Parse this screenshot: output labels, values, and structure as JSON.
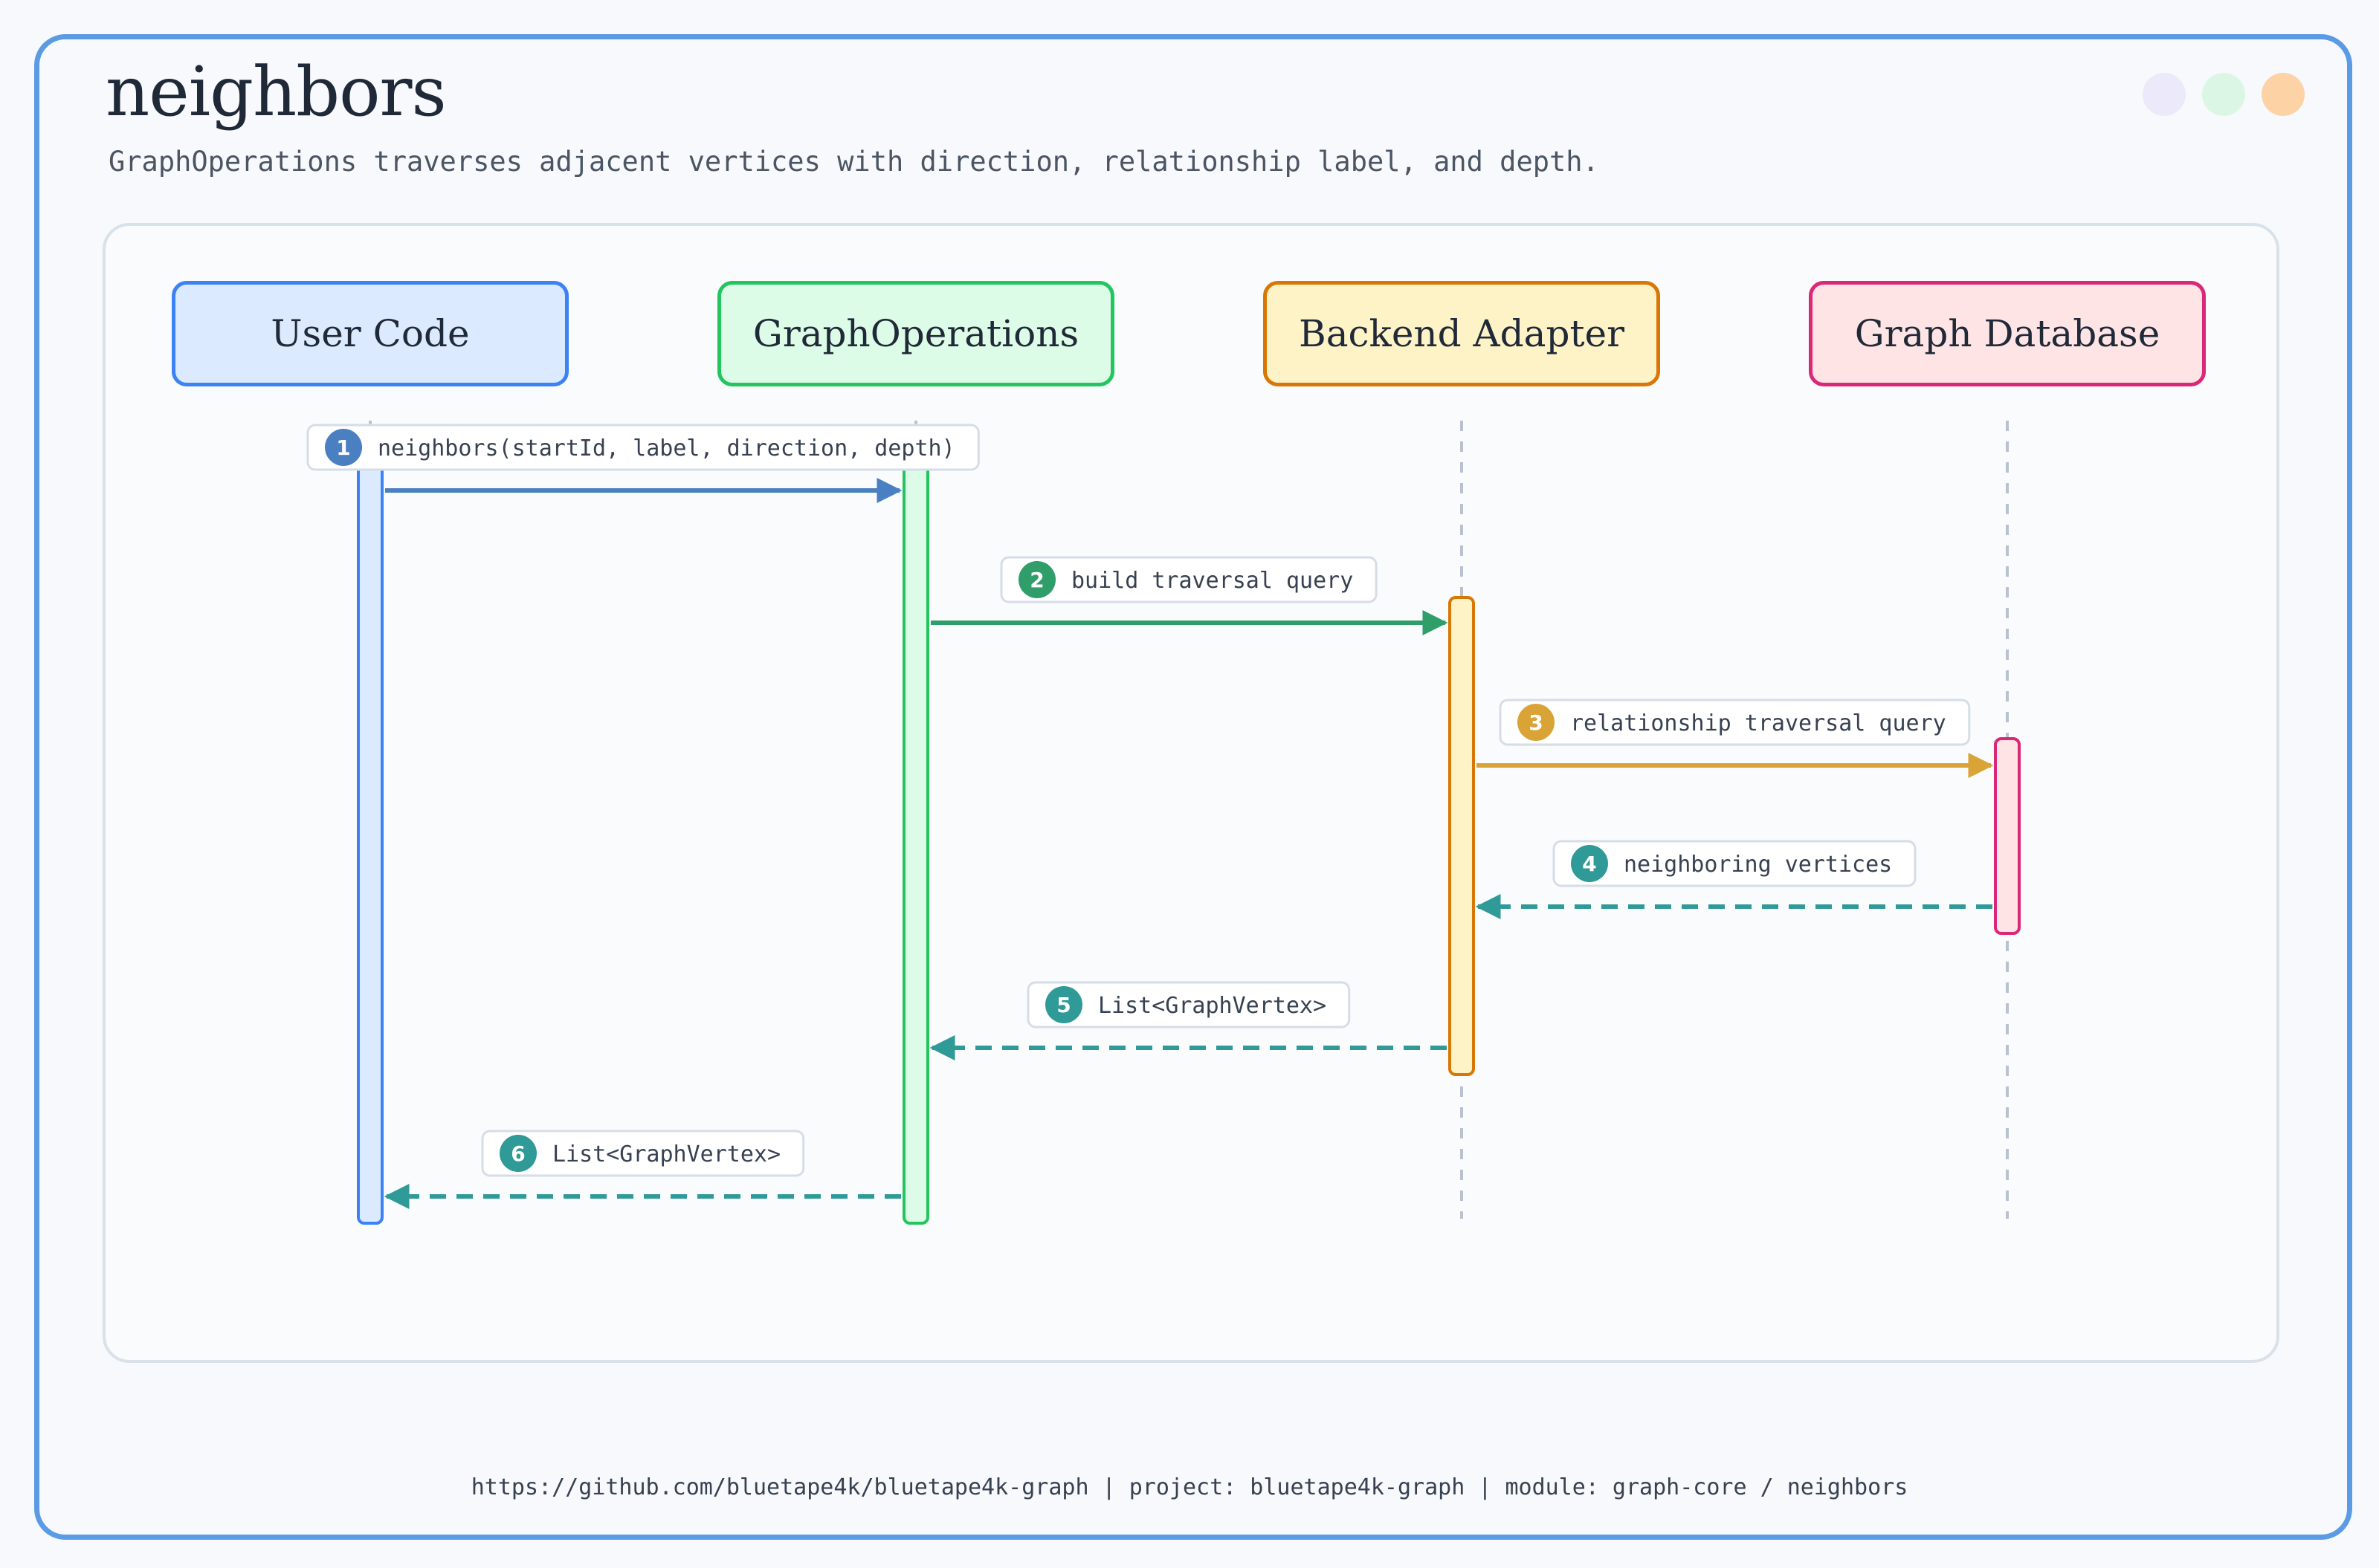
{
  "header": {
    "title": "neighbors",
    "subtitle": "GraphOperations traverses adjacent vertices with direction, relationship label, and depth."
  },
  "window_dots": [
    {
      "name": "dot-purple",
      "color": "#ece9fb"
    },
    {
      "name": "dot-green",
      "color": "#dcf6e6"
    },
    {
      "name": "dot-orange",
      "color": "#fdd3a6"
    }
  ],
  "participants": [
    {
      "id": "user",
      "label": "User Code",
      "fill": "#dbeafe",
      "stroke": "#3b82f6"
    },
    {
      "id": "ops",
      "label": "GraphOperations",
      "fill": "#dcfce7",
      "stroke": "#22c55e"
    },
    {
      "id": "adapter",
      "label": "Backend Adapter",
      "fill": "#fef3c7",
      "stroke": "#d97706"
    },
    {
      "id": "db",
      "label": "Graph Database",
      "fill": "#ffe4e6",
      "stroke": "#db2777"
    }
  ],
  "messages": [
    {
      "step": "1",
      "label": "neighbors(startId, label, direction, depth)",
      "from": "user",
      "to": "ops",
      "kind": "call",
      "color": "#4a7fc1"
    },
    {
      "step": "2",
      "label": "build traversal query",
      "from": "ops",
      "to": "adapter",
      "kind": "call",
      "color": "#2f9e6a"
    },
    {
      "step": "3",
      "label": "relationship traversal query",
      "from": "adapter",
      "to": "db",
      "kind": "call",
      "color": "#d9a336"
    },
    {
      "step": "4",
      "label": "neighboring vertices",
      "from": "db",
      "to": "adapter",
      "kind": "return",
      "color": "#2f9a98"
    },
    {
      "step": "5",
      "label": "List<GraphVertex>",
      "from": "adapter",
      "to": "ops",
      "kind": "return",
      "color": "#2f9a98"
    },
    {
      "step": "6",
      "label": "List<GraphVertex>",
      "from": "ops",
      "to": "user",
      "kind": "return",
      "color": "#2f9a98"
    }
  ],
  "footer": "https://github.com/bluetape4k/bluetape4k-graph | project: bluetape4k-graph | module: graph-core / neighbors"
}
